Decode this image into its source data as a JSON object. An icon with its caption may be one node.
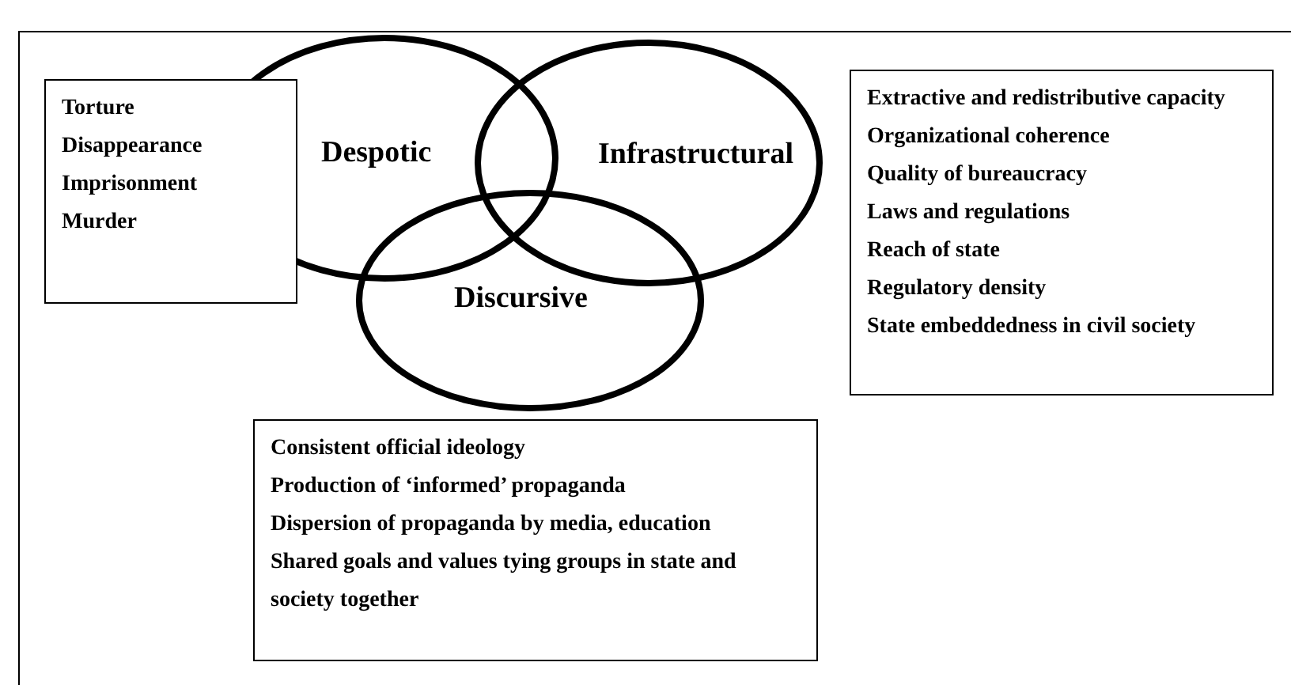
{
  "diagram": {
    "nodes": [
      {
        "text": [
          "Torture",
          "Disappearance",
          "Imprisonment",
          "Murder"
        ]
      },
      {
        "text": [
          "Despotic"
        ]
      },
      {
        "text": [
          "Infrastructural"
        ]
      },
      {
        "text": [
          "Discursive"
        ]
      },
      {
        "text": [
          "Extractive and redistributive capacity",
          "Organizational coherence",
          "Quality of bureaucracy",
          "Laws and regulations",
          "Reach of state",
          "Regulatory density",
          "State embeddedness in civil society"
        ]
      },
      {
        "text": [
          "Consistent official ideology",
          "Production of ‘informed’ propaganda",
          "Dispersion of propaganda by media, education",
          "Shared goals and values tying groups in state and society together"
        ]
      }
    ],
    "edges": []
  }
}
